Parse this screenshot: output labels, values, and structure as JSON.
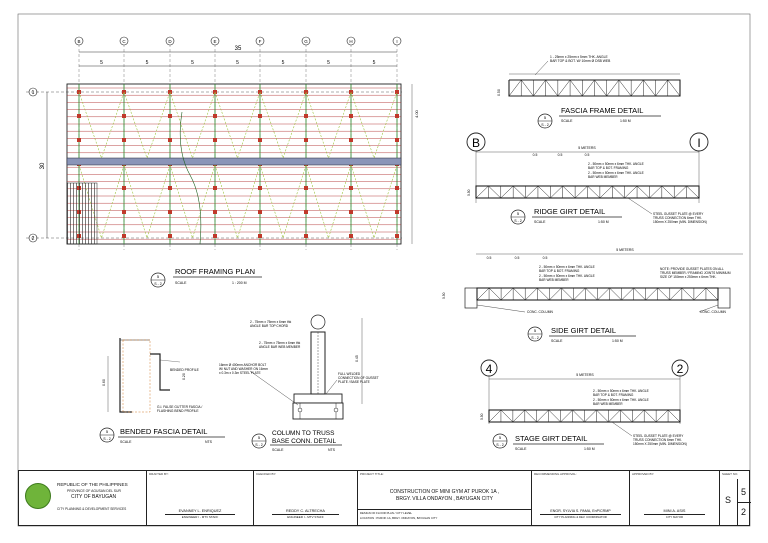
{
  "plans": {
    "roof_framing": {
      "title": "ROOF FRAMING PLAN",
      "scale_label": "SCALE",
      "scale": "1 : 200 M",
      "overall_dim": "35",
      "bay_dim": "5",
      "side_dim": "30",
      "grid_letters": [
        "B",
        "C",
        "D",
        "E",
        "F",
        "G",
        "H",
        "I"
      ],
      "grid_numbers": [
        "1",
        "2"
      ]
    },
    "fascia_frame": {
      "title": "FASCIA FRAME DETAIL",
      "ref_top": "5",
      "ref_bot": "S - 2",
      "scale_label": "SCALE",
      "scale": "1:50 M",
      "note": [
        "1 - 25mm x 25mm x 5mm THK. ANGLE",
        "BAR TOP & BOT. W/ 10mm Ø DSB WEB"
      ]
    },
    "ridge_girt": {
      "title": "RIDGE GIRT DETAIL",
      "ref_top": "5",
      "ref_bot": "S - 2",
      "scale_label": "SCALE",
      "scale": "1:50 M",
      "dim": "5 METERS",
      "seg": [
        "0.5",
        "0.5",
        "0.5"
      ],
      "callout_left": "B",
      "callout_right": "I",
      "note_a": [
        "2 - 50mm x 50mm x 6mm THK. ANGLE",
        "BAR TOP & BOT. FRAMING"
      ],
      "note_b": [
        "2 - 50mm x 50mm x 6mm THK. ANGLE",
        "BAR WEB MEMBER"
      ],
      "note_c": [
        "STEEL GUSSET PLATE @ EVERY",
        "TRUSS CONNECTION 6mm THK.",
        "150mm X 250mm (MIN. DIMENSION)"
      ]
    },
    "side_girt": {
      "title": "SIDE GIRT DETAIL",
      "ref_top": "5",
      "ref_bot": "S - 2",
      "scale_label": "SCALE",
      "scale": "1:50 M",
      "dim": "5 METERS",
      "seg": [
        "0.5",
        "0.5",
        "0.5"
      ],
      "note_a": [
        "2 - 50mm x 50mm x 6mm THK. ANGLE",
        "BAR TOP & BOT. FRAMING"
      ],
      "note_b": [
        "2 - 50mm x 50mm x 6mm THK. ANGLE",
        "BAR WEB MEMBER"
      ],
      "note_r": [
        "NOTE: PROVIDE GUSSET PLATES ON ALL",
        "TRUSS MEMBER / FRAMING JOINTS MINIMUM",
        "SIZE OF 150mm x 250mm x 6mm THK."
      ],
      "col_left": "CONC. COLUMN",
      "col_right": "CONC. COLUMN"
    },
    "stage_girt": {
      "title": "STAGE GIRT DETAIL",
      "ref_top": "5",
      "ref_bot": "S - 2",
      "scale_label": "SCALE",
      "scale": "1:50 M",
      "dim": "5 METERS",
      "callout_left": "4",
      "callout_right": "2",
      "note_a": [
        "2 - 50mm x 50mm x 6mm THK. ANGLE",
        "BAR TOP & BOT. FRAMING"
      ],
      "note_b": [
        "2 - 50mm x 50mm x 6mm THK. ANGLE",
        "BAR WEB MEMBER"
      ],
      "note_c": [
        "STEEL GUSSET PLATE @ EVERY",
        "TRUSS CONNECTION 6mm THK.",
        "150mm X 250mm (MIN. DIMENSION)"
      ]
    },
    "bended_fascia": {
      "title": "BENDED FASCIA DETAIL",
      "ref_top": "5",
      "ref_bot": "S - 2",
      "scale_label": "SCALE",
      "scale": "NTS",
      "note": [
        "G.I. FALSE GUTTER FASCIA /",
        "FLASHING BEND PROFILE"
      ],
      "bend_label": "BENDED PROFILE"
    },
    "column_truss": {
      "title": [
        "COLUMN TO TRUSS",
        "BASE CONN. DETAIL"
      ],
      "ref_top": "5",
      "ref_bot": "S - 2",
      "scale_label": "SCALE",
      "scale": "NTS",
      "note_a": [
        "2 - 75mm x 75mm x 6mm thk",
        "ANGLE BAR TOP CHORD"
      ],
      "note_b": [
        "2 - 75mm x 75mm x 6mm thk",
        "ANGLE BAR WEB MEMBER"
      ],
      "note_c": [
        "16mm Ø 400mm ANCHOR BOLT",
        "W/ NUT AND WASHER ON 16mm",
        "x 0.3m x 0.3m STEEL PLATE"
      ],
      "note_d": [
        "FULL WELDED",
        "CONNECTION OF GUSSET",
        "PLATE / BASE PLATE"
      ]
    }
  },
  "title_block": {
    "republic": "REPUBLIC OF THE PHILIPPINES",
    "province": "PROVINCE OF AGUSAN DEL SUR",
    "city": "CITY OF BAYUGAN",
    "office": "CITY PLANNING & DEVELOPMENT SERVICES",
    "drafted_by_hdr": "DRAFTED BY:",
    "drafted_by": "EVANNEY L. ENRIQUEZ",
    "drafted_by_role": "ENGINEER I - MTV STAFF",
    "checked_by_hdr": "CHECKED BY:",
    "checked_by": "REDDY C. ALTRECHA",
    "checked_by_role": "ENGINEER I - MTV STAFF",
    "project_hdr": "PROJECT TITLE:",
    "project_line1": "CONSTRUCTION OF MINI GYM AT PUROK 1A ,",
    "project_line2": "BRGY. VILLA ONDAYON , BAYUGAN CITY",
    "project_sub1": "DESIGN OF FLOOR PLAN / CITY LEVEL",
    "project_sub2": "LOCATION : PUROK 1A, BRGY. ONDAYON, BAYUGAN CITY",
    "recommending_hdr": "RECOMMENDING APPROVAL:",
    "recommending": "ENGR. SYLVIA S. PAMA, EnP/CRMP",
    "recommending_role": "CITY PLANNING & DEV. COORDINATOR",
    "approved_hdr": "APPROVED BY:",
    "approved": "MINI A. ASIS",
    "approved_role": "CITY MAYOR",
    "sheet_hdr": "SHEET NO.",
    "sheet_letter": "S",
    "sheet_no": "5",
    "sheet_total": "2"
  }
}
